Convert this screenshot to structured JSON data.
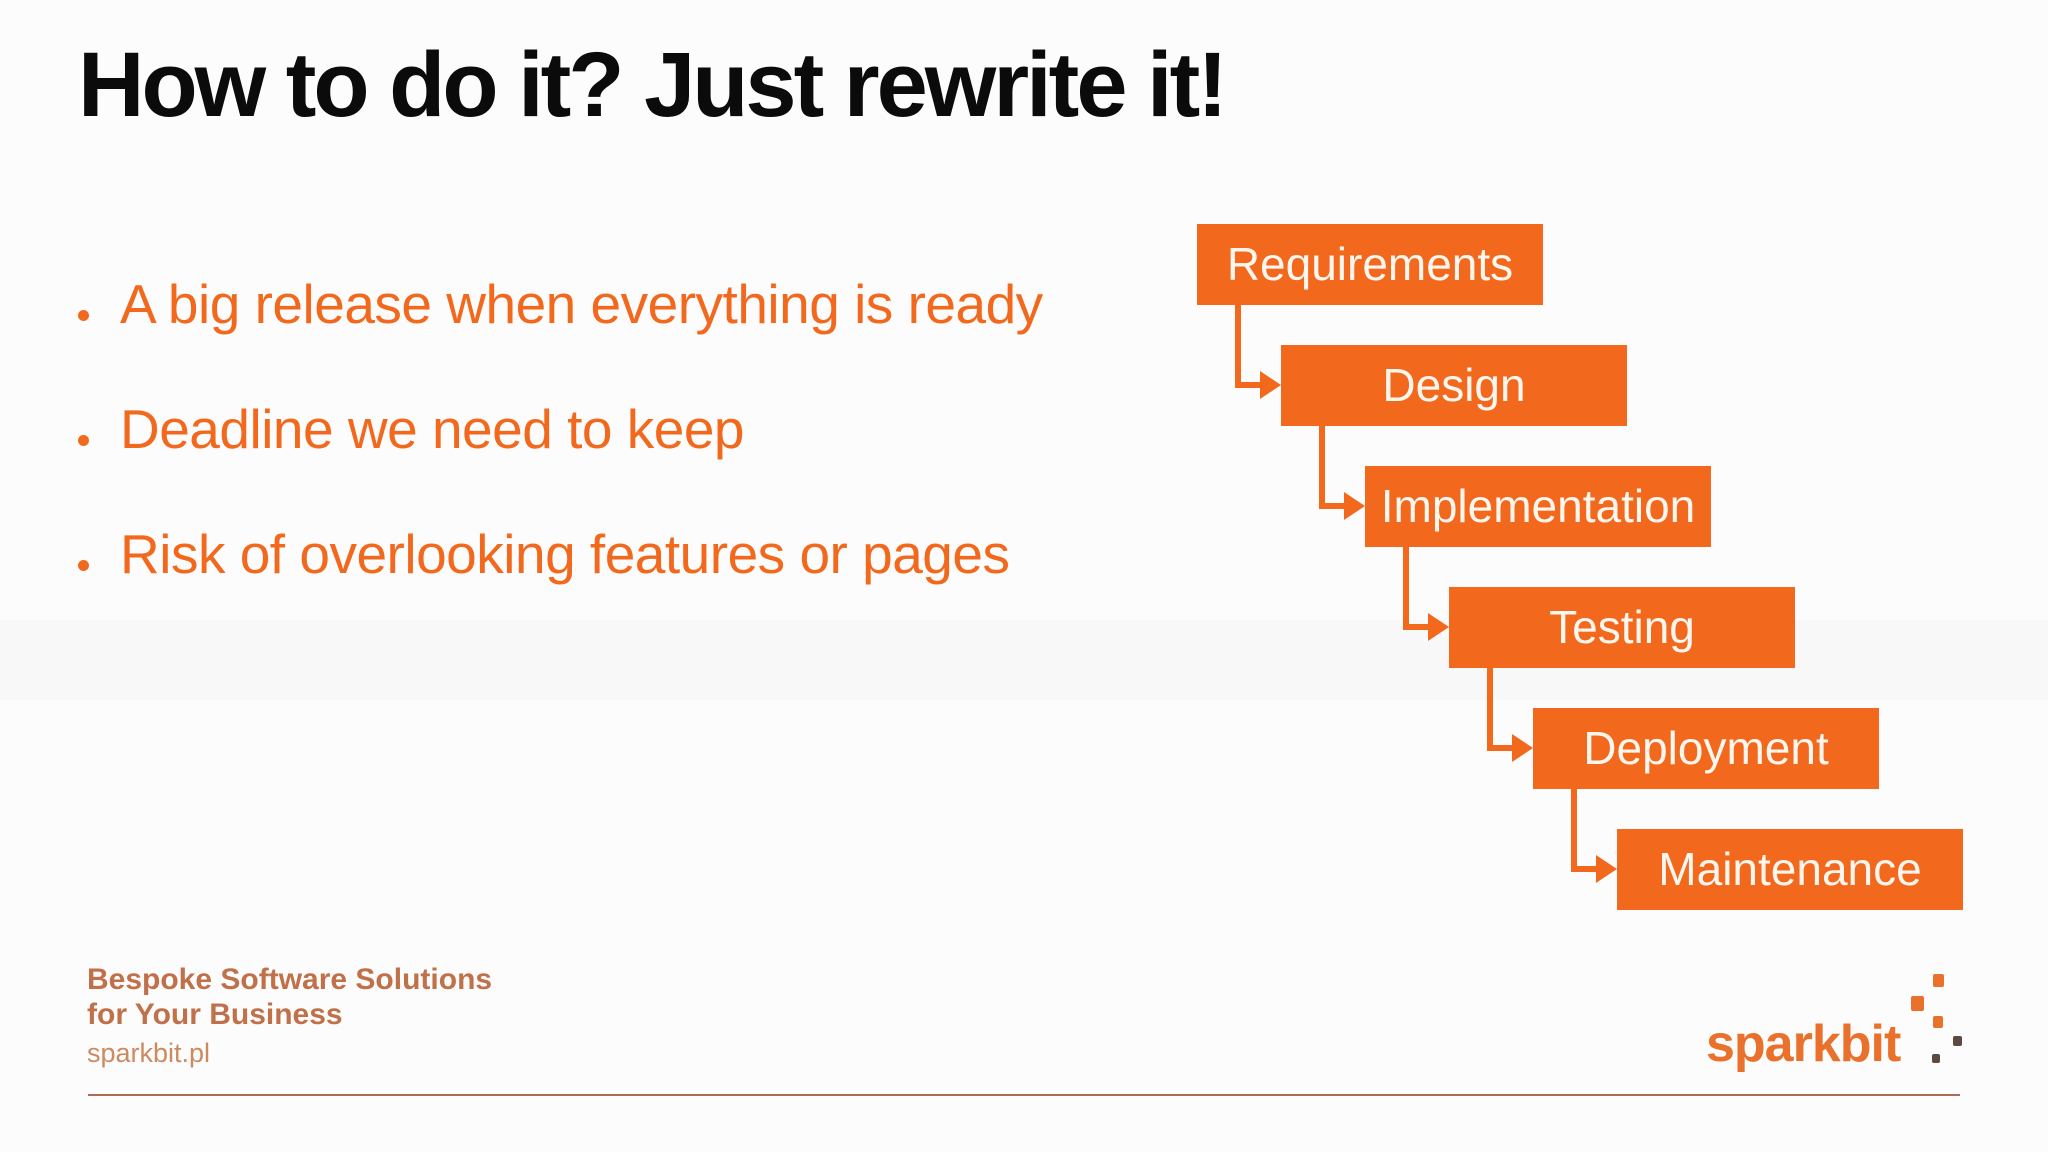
{
  "slide": {
    "title": "How to do it? Just rewrite it!",
    "bullets": [
      "A big release when everything is ready",
      "Deadline we need to keep",
      "Risk of overlooking features or pages"
    ],
    "diagram": {
      "type": "waterfall-flow",
      "stages": [
        "Requirements",
        "Design",
        "Implementation",
        "Testing",
        "Deployment",
        "Maintenance"
      ]
    },
    "footer": {
      "tagline_line1": "Bespoke Software Solutions",
      "tagline_line2": "for Your Business",
      "website": "sparkbit.pl",
      "logo_text": "sparkbit"
    },
    "colors": {
      "accent_orange": "#F2691E",
      "box_text": "#FDF6EF",
      "title_black": "#0B0B0B",
      "footer_text": "#C1714A",
      "website_text": "#CC8A61",
      "logo_orange": "#E9712B",
      "logo_dark": "#5A4A42",
      "divider": "#A76E55"
    }
  }
}
